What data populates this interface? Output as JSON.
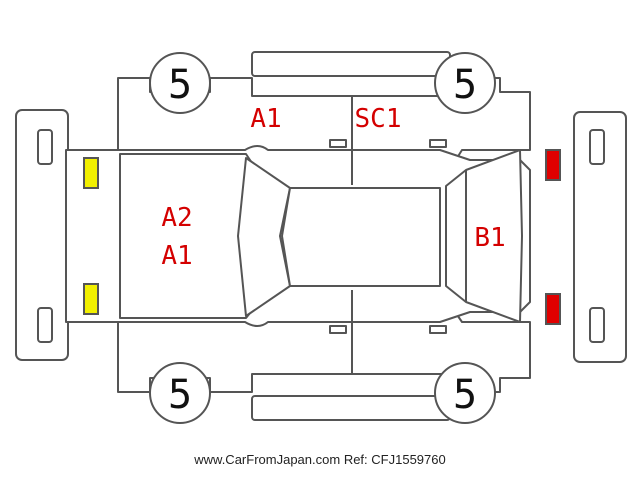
{
  "diagram": {
    "wheel_ratings": {
      "front_left": "5",
      "front_right": "5",
      "rear_left": "5",
      "rear_right": "5"
    },
    "damage_codes": {
      "top_front_door": "A1",
      "top_rear_door": "SC1",
      "hood_line1": "A2",
      "hood_line2": "A1",
      "rear_glass": "B1"
    },
    "colors": {
      "outline": "#555555",
      "damage_text": "#d40000",
      "headlight_fill": "#f2f000",
      "taillight_fill": "#e00000"
    }
  },
  "footer": {
    "url": "www.CarFromJapan.com",
    "ref_label": "Ref:",
    "ref_code": "CFJ1559760"
  }
}
